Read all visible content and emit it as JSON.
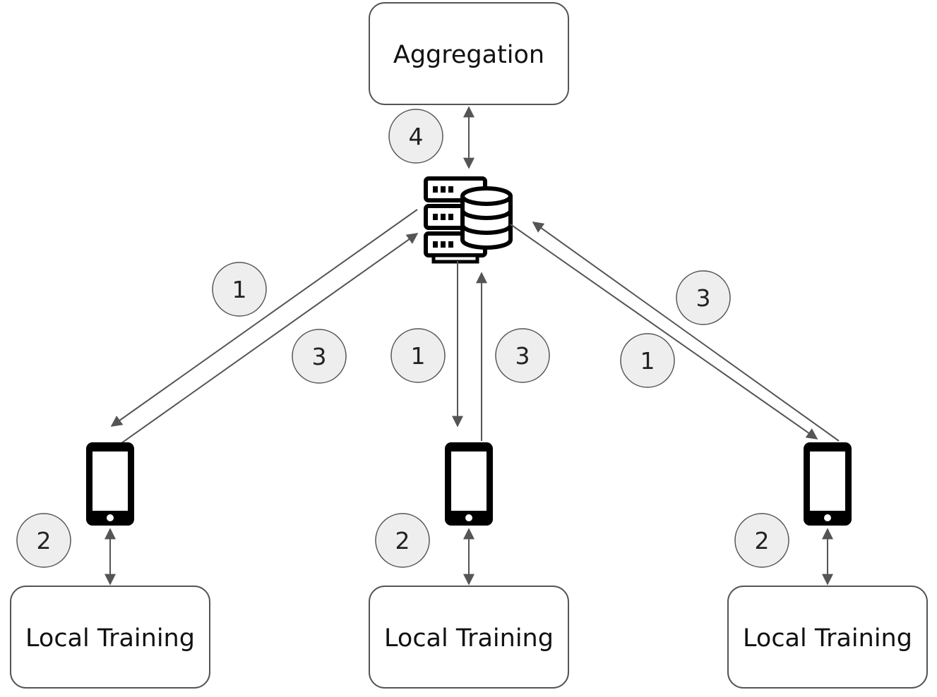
{
  "aggregation": {
    "label": "Aggregation"
  },
  "clients": [
    {
      "training_label": "Local Training",
      "step_download": "1",
      "step_train": "2",
      "step_upload": "3"
    },
    {
      "training_label": "Local Training",
      "step_download": "1",
      "step_train": "2",
      "step_upload": "3"
    },
    {
      "training_label": "Local Training",
      "step_download": "1",
      "step_train": "2",
      "step_upload": "3"
    }
  ],
  "server": {
    "icon": "server-database-icon",
    "step_aggregate": "4"
  },
  "phone": {
    "icon": "smartphone-icon"
  },
  "colors": {
    "box_stroke": "#555555",
    "arrow": "#555555",
    "badge_fill": "#eeeeee",
    "badge_stroke": "#555555",
    "icon": "#000000"
  }
}
